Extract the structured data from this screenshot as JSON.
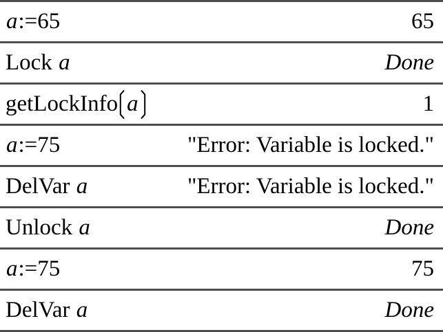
{
  "app": {
    "name": "calculator-history",
    "description_visible": false
  },
  "colors": {
    "background": "#ffffff",
    "text": "#000000",
    "separator": "#4d4d4d"
  },
  "rows": [
    {
      "input": [
        {
          "t": "a",
          "s": "var"
        },
        {
          "t": ":=65",
          "s": "plain"
        }
      ],
      "result": {
        "t": "65",
        "s": "plain"
      }
    },
    {
      "input": [
        {
          "t": "Lock ",
          "s": "plain"
        },
        {
          "t": "a",
          "s": "var"
        }
      ],
      "result": {
        "t": "Done",
        "s": "italic"
      }
    },
    {
      "input": [
        {
          "t": "getLockInfo",
          "s": "plain"
        },
        {
          "t": "(",
          "s": "lparen"
        },
        {
          "t": "a",
          "s": "var"
        },
        {
          "t": ")",
          "s": "rparen"
        }
      ],
      "result": {
        "t": "1",
        "s": "plain"
      }
    },
    {
      "input": [
        {
          "t": "a",
          "s": "var"
        },
        {
          "t": ":=75",
          "s": "plain"
        }
      ],
      "result": {
        "t": "\"Error: Variable is locked.\"",
        "s": "plain"
      }
    },
    {
      "input": [
        {
          "t": "DelVar ",
          "s": "plain"
        },
        {
          "t": "a",
          "s": "var"
        }
      ],
      "result": {
        "t": "\"Error: Variable is locked.\"",
        "s": "plain"
      }
    },
    {
      "input": [
        {
          "t": "Unlock ",
          "s": "plain"
        },
        {
          "t": "a",
          "s": "var"
        }
      ],
      "result": {
        "t": "Done",
        "s": "italic"
      }
    },
    {
      "input": [
        {
          "t": "a",
          "s": "var"
        },
        {
          "t": ":=75",
          "s": "plain"
        }
      ],
      "result": {
        "t": "75",
        "s": "plain"
      }
    },
    {
      "input": [
        {
          "t": "DelVar ",
          "s": "plain"
        },
        {
          "t": "a",
          "s": "var"
        }
      ],
      "result": {
        "t": "Done",
        "s": "italic"
      }
    }
  ]
}
